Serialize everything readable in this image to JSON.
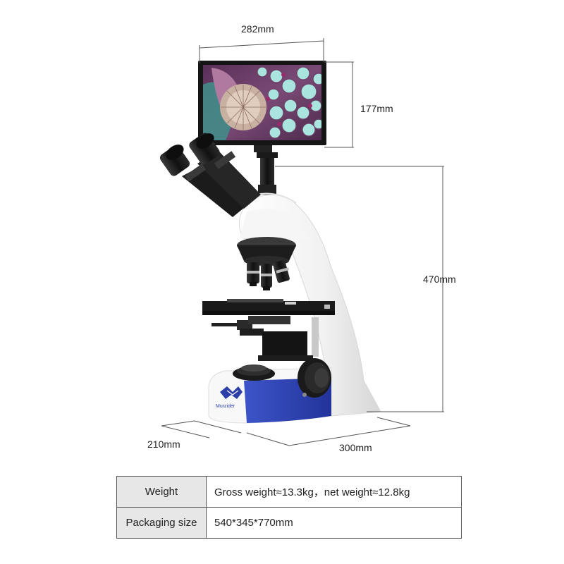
{
  "dimensions": {
    "monitor_width": "282mm",
    "monitor_height": "177mm",
    "body_height": "470mm",
    "base_depth": "210mm",
    "base_width": "300mm"
  },
  "brand": {
    "logo_text": "Murzider"
  },
  "colors": {
    "base_blue": "#2c3fa8",
    "body_white": "#f4f4f4",
    "metal_black": "#1c1c1c",
    "table_label_bg": "#e7e7e7"
  },
  "specs": [
    {
      "label": "Weight",
      "value": "Gross weight≈13.3kg，net weight≈12.8kg"
    },
    {
      "label": "Packaging size",
      "value": "540*345*770mm"
    }
  ]
}
